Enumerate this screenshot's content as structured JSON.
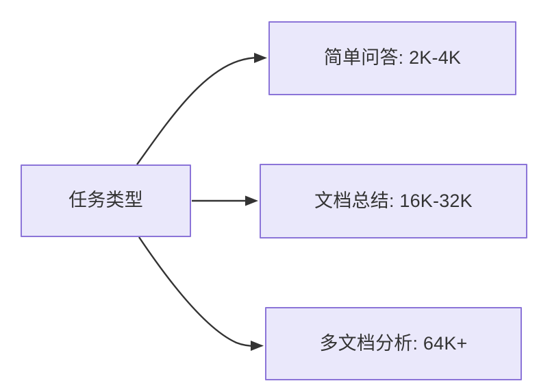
{
  "diagram": {
    "title": "",
    "background_color": "#ffffff",
    "node_fill_color": "#eae8fb",
    "node_border_color": "#8b74d8",
    "node_text_color": "#333333",
    "edge_color": "#333333",
    "nodes": [
      {
        "id": "source",
        "label": "任务类型"
      },
      {
        "id": "simple_qa",
        "label": "简单问答: 2K-4K"
      },
      {
        "id": "doc_summary",
        "label": "文档总结: 16K-32K"
      },
      {
        "id": "multi_doc",
        "label": "多文档分析: 64K+"
      }
    ],
    "edges": [
      {
        "from": "source",
        "to": "simple_qa",
        "label": "",
        "style": "curved-arrow"
      },
      {
        "from": "source",
        "to": "doc_summary",
        "label": "",
        "style": "straight-arrow"
      },
      {
        "from": "source",
        "to": "multi_doc",
        "label": "",
        "style": "curved-arrow"
      }
    ]
  }
}
